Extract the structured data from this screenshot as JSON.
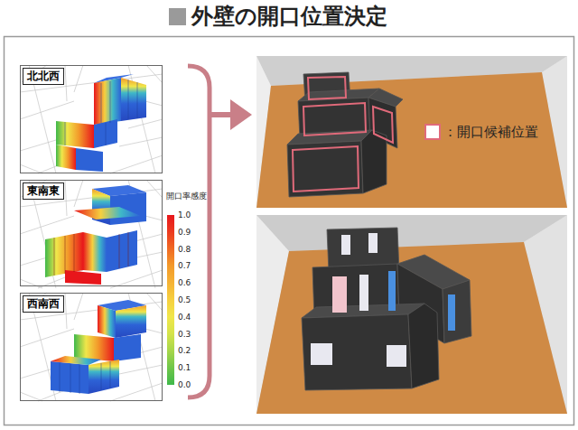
{
  "diagram": {
    "title": "外壁の開口位置決定",
    "nodes": [
      {
        "text": [
          "北北西"
        ]
      },
      {
        "text": [
          "東南東"
        ]
      },
      {
        "text": [
          "西南西"
        ]
      }
    ],
    "labels": [
      "開口率感度",
      "1.0",
      "0.9",
      "0.8",
      "0.7",
      "0.6",
      "0.5",
      "0.4",
      "0.3",
      "0.2",
      "0.1",
      "0.0"
    ],
    "legend": [
      {
        "text": "：開口候補位置"
      }
    ]
  }
}
